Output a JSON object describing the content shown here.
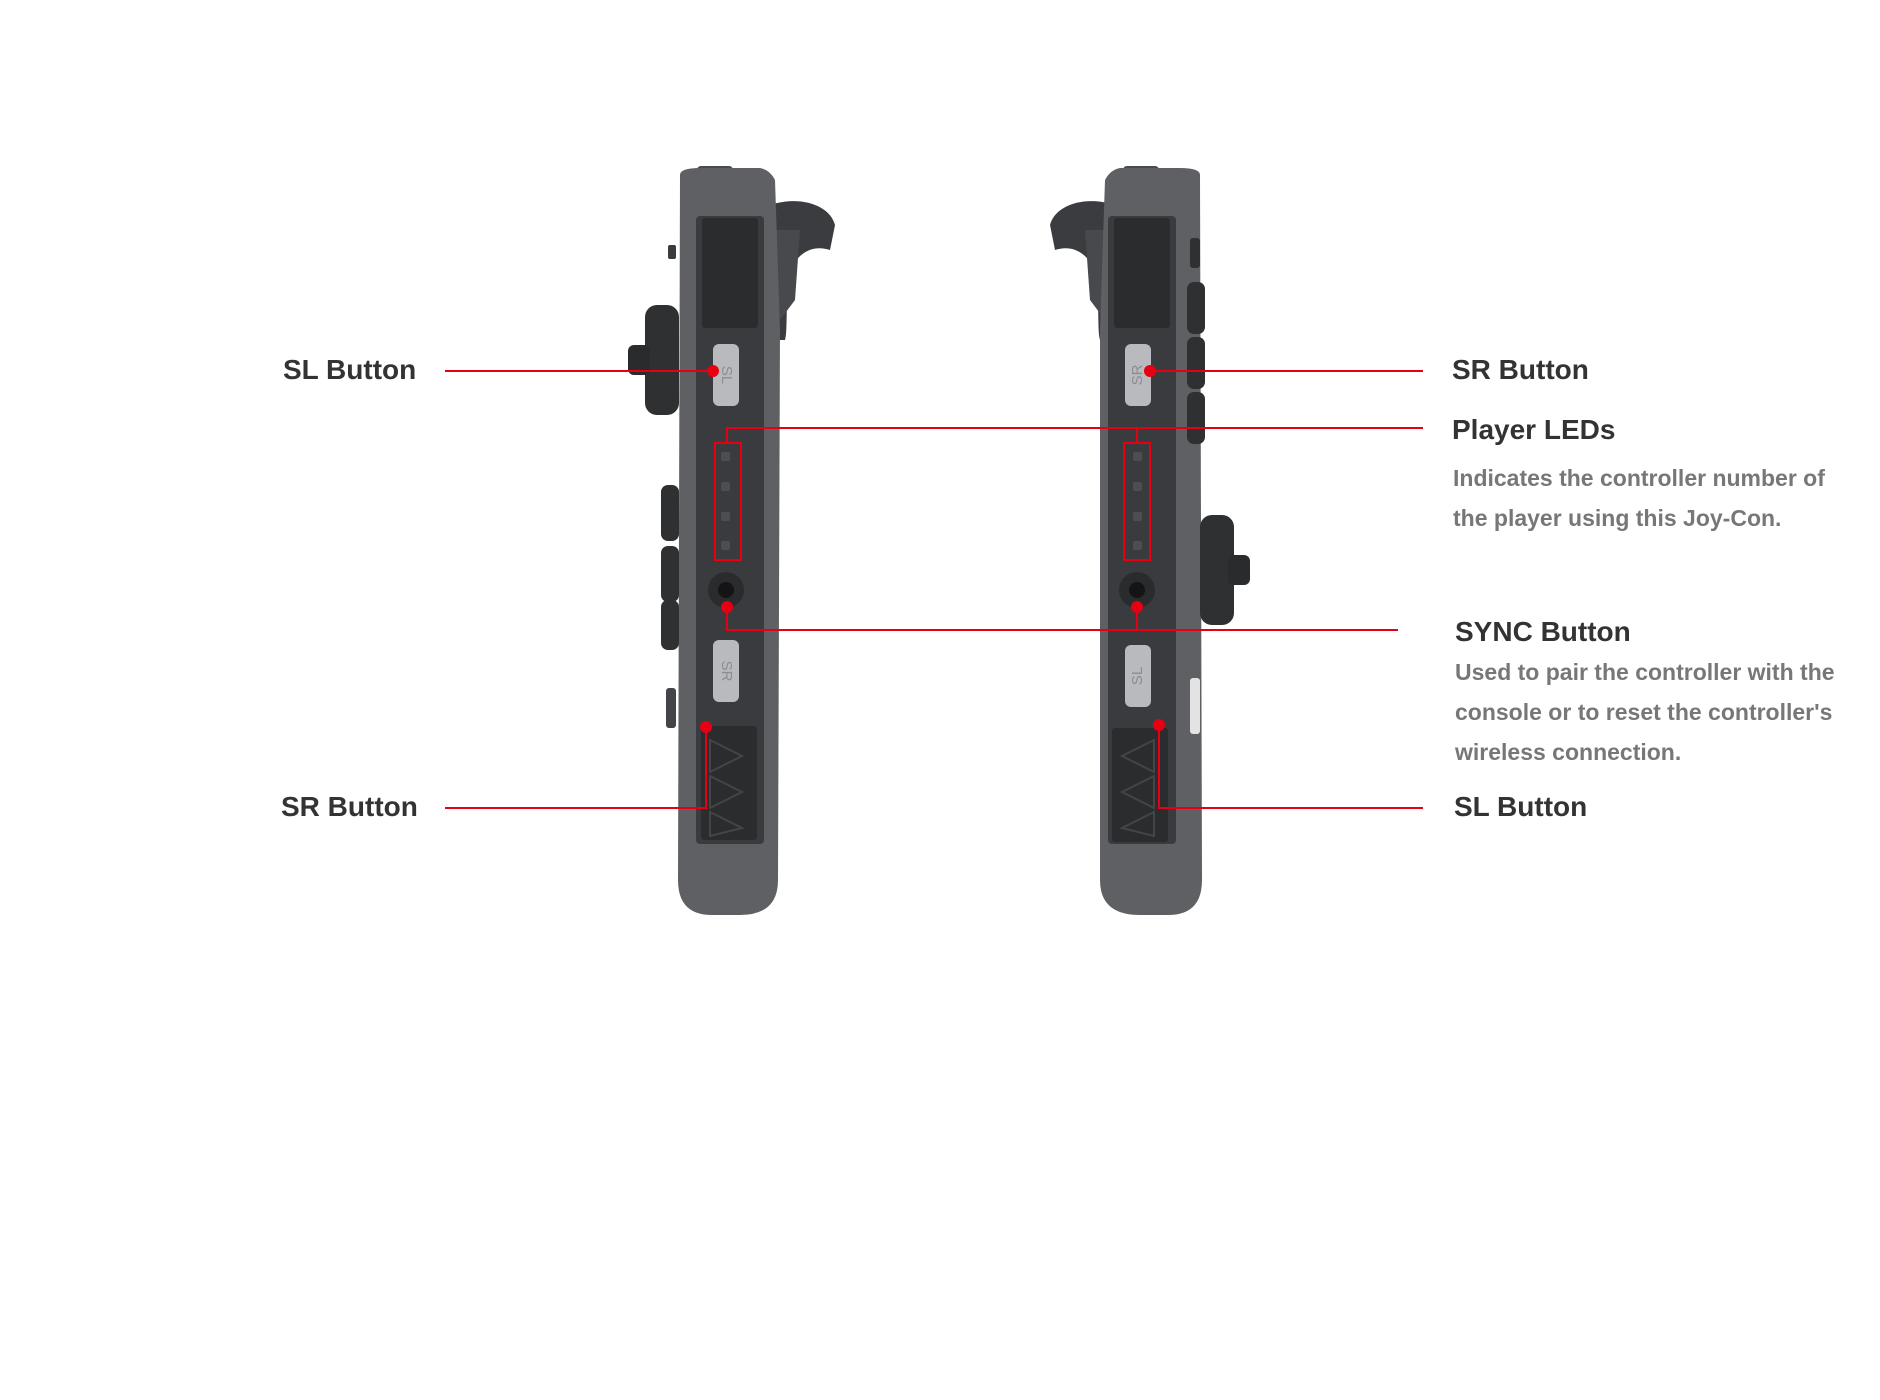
{
  "labels": {
    "left_sl": "SL Button",
    "left_sr": "SR Button",
    "right_sr": "SR Button",
    "player_leds": "Player LEDs",
    "player_leds_desc_1": "Indicates the controller number of",
    "player_leds_desc_2": "the player using this Joy-Con.",
    "sync": "SYNC Button",
    "sync_desc_1": "Used to pair the controller with the",
    "sync_desc_2": "console or to reset the controller's",
    "sync_desc_3": "wireless connection.",
    "right_sl": "SL Button"
  },
  "button_prints": {
    "left_top": "SL",
    "left_bottom": "SR",
    "right_top": "SR",
    "right_bottom": "SL"
  },
  "colors": {
    "leader_line": "#e60012",
    "shell": "#5f6063",
    "rail": "#3a3b3e",
    "button": "#b9babd",
    "label_text": "#333333",
    "desc_text": "#777777"
  }
}
